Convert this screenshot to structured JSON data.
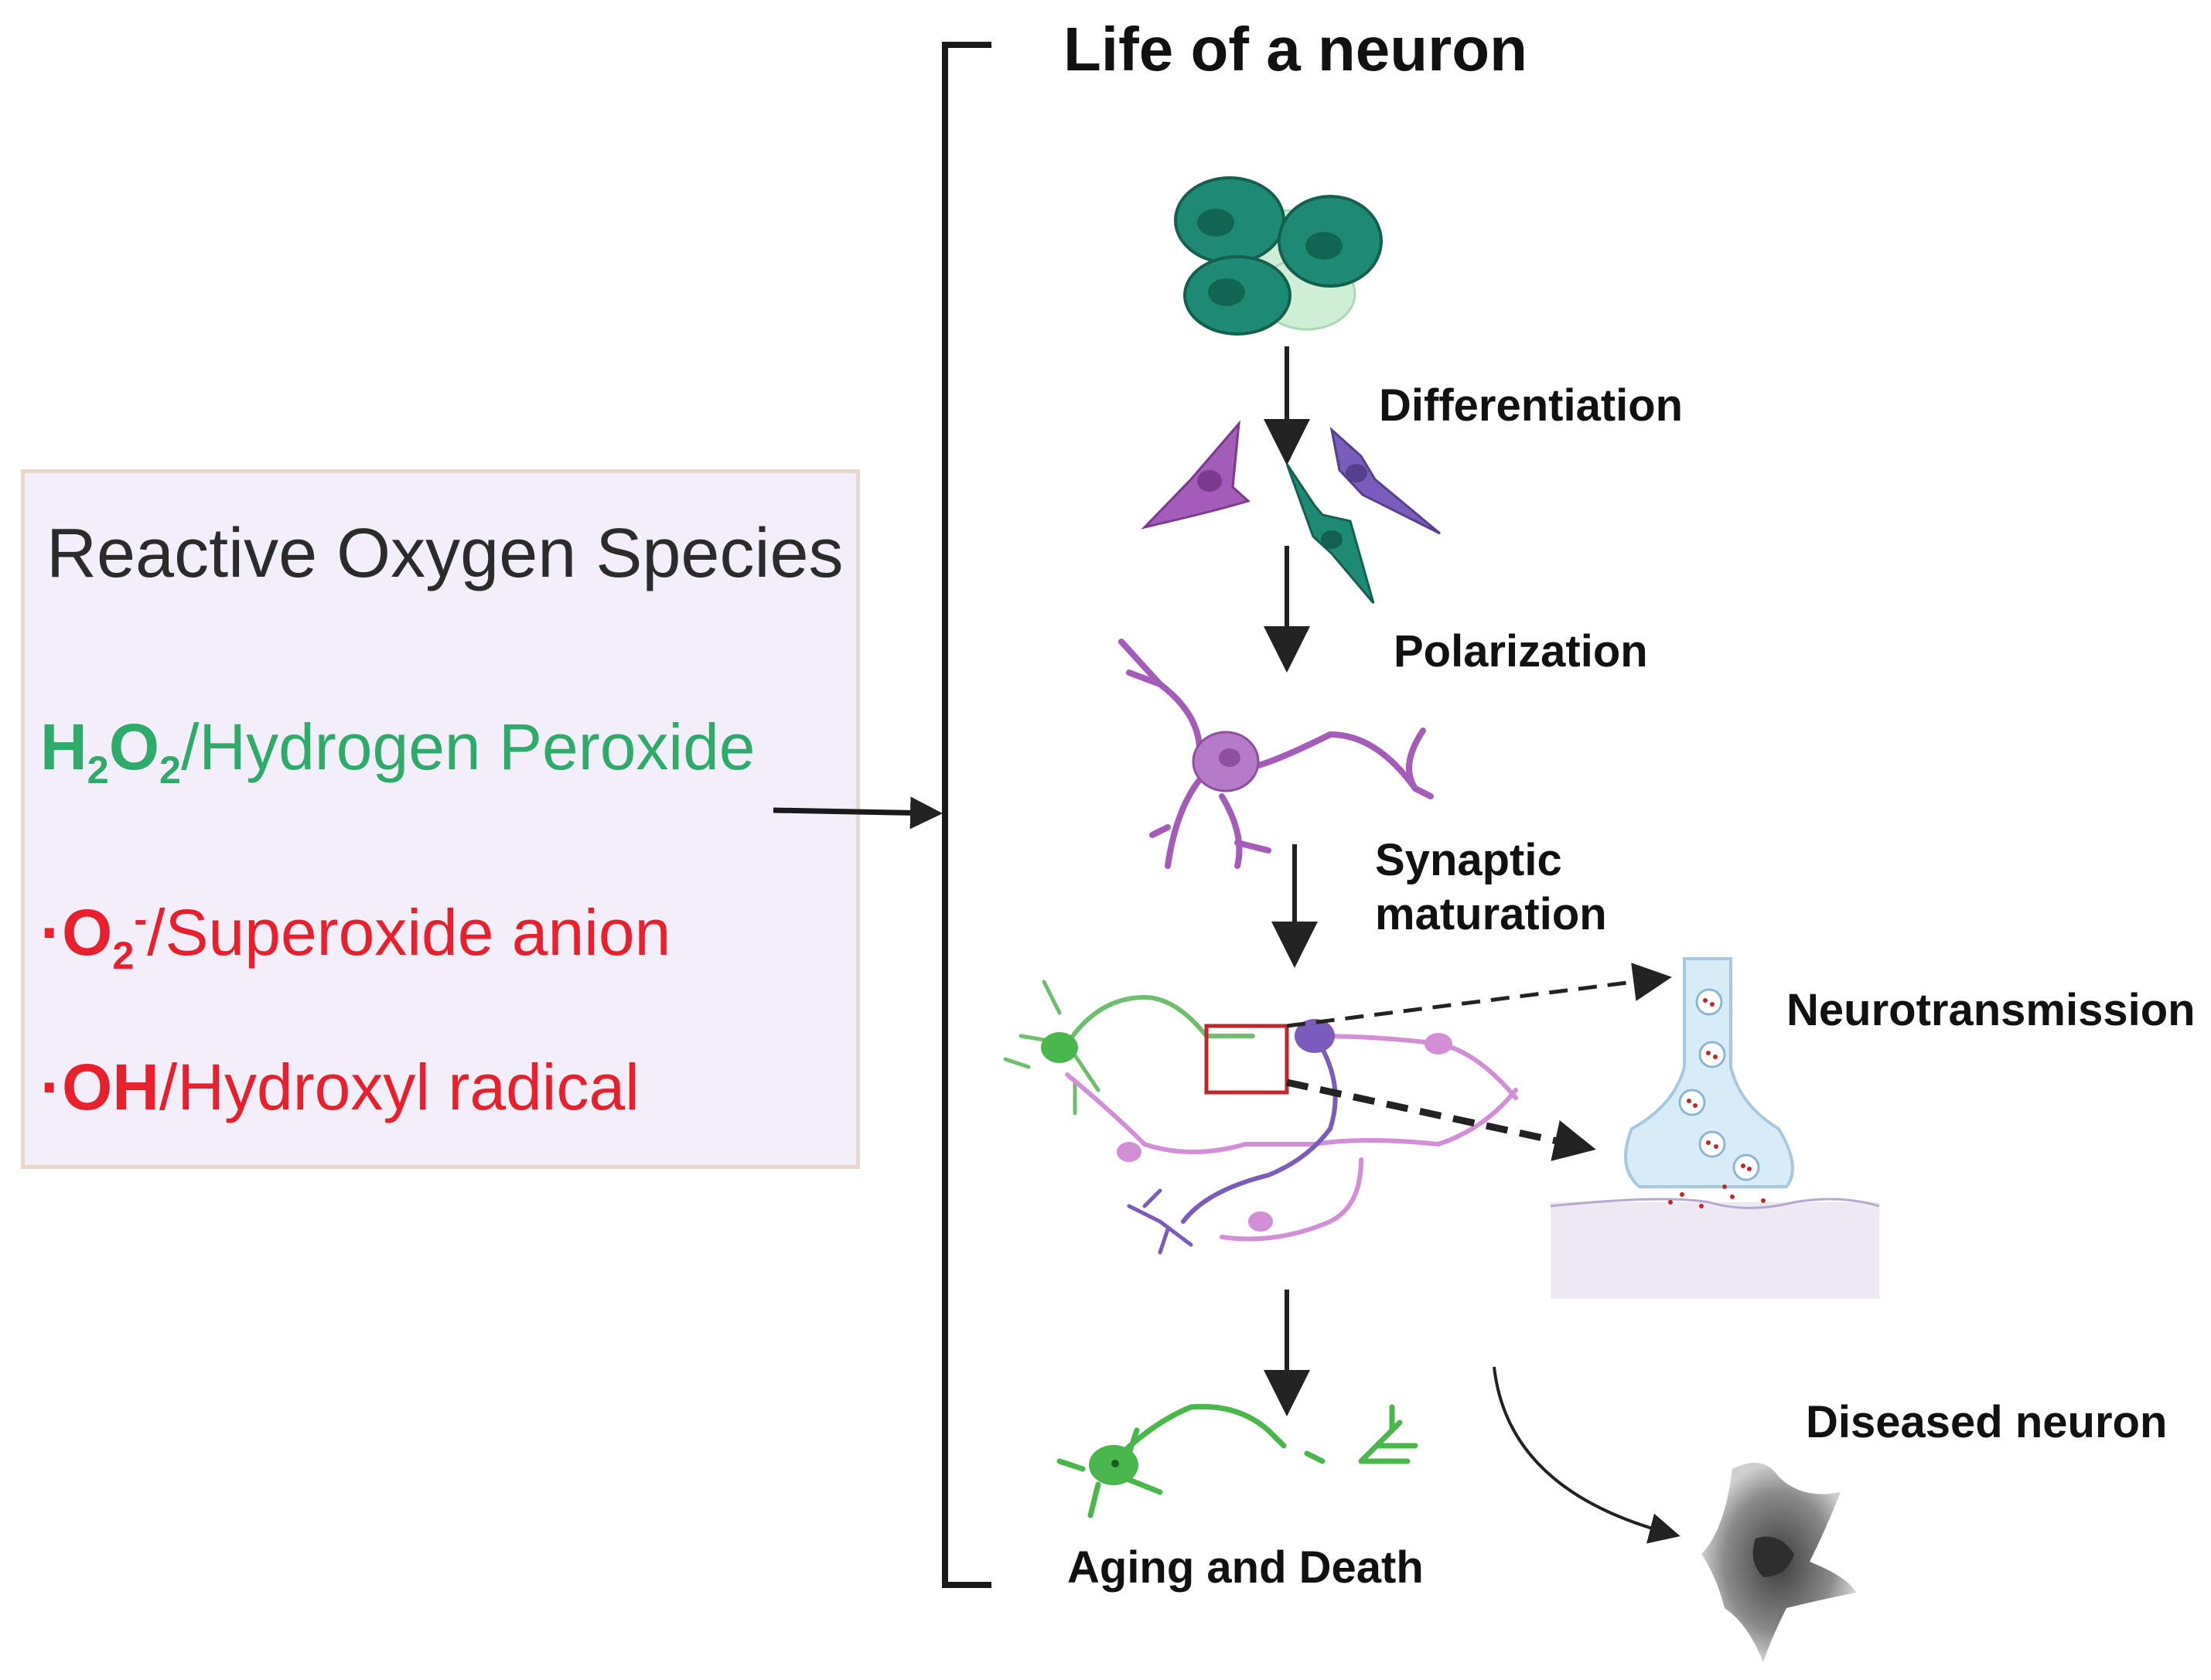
{
  "title": "Life of a neuron",
  "ros": {
    "heading": "Reactive Oxygen Species",
    "items": [
      {
        "formula_main": "H",
        "sub1": "2",
        "formula_mid": "O",
        "sub2": "2",
        "name": "/Hydrogen Peroxide",
        "color": "#2eaa6a"
      },
      {
        "dot": "·",
        "formula_main": "O",
        "sub1": "2",
        "sup": "-",
        "name": "/Superoxide anion",
        "color": "#e8202e"
      },
      {
        "dot": "·",
        "formula_main": "OH",
        "name": "/Hydroxyl radical",
        "color": "#e8202e"
      }
    ]
  },
  "stages": {
    "differentiation": "Differentiation",
    "polarization": "Polarization",
    "synaptic_1": "Synaptic",
    "synaptic_2": "maturation",
    "neurotransmission": "Neurotransmission",
    "aging": "Aging and Death",
    "diseased": "Diseased neuron"
  },
  "colors": {
    "stem_cell_dark": "#1e8a74",
    "stem_cell_light": "#cfeed6",
    "purple": "#a35cb8",
    "violet": "#7a5cbd",
    "pink": "#d38fd6",
    "green": "#49b74b",
    "vesicle": "#d7ecf7",
    "diseased": "#6b6b6b",
    "highlight_box": "#c0272d"
  }
}
